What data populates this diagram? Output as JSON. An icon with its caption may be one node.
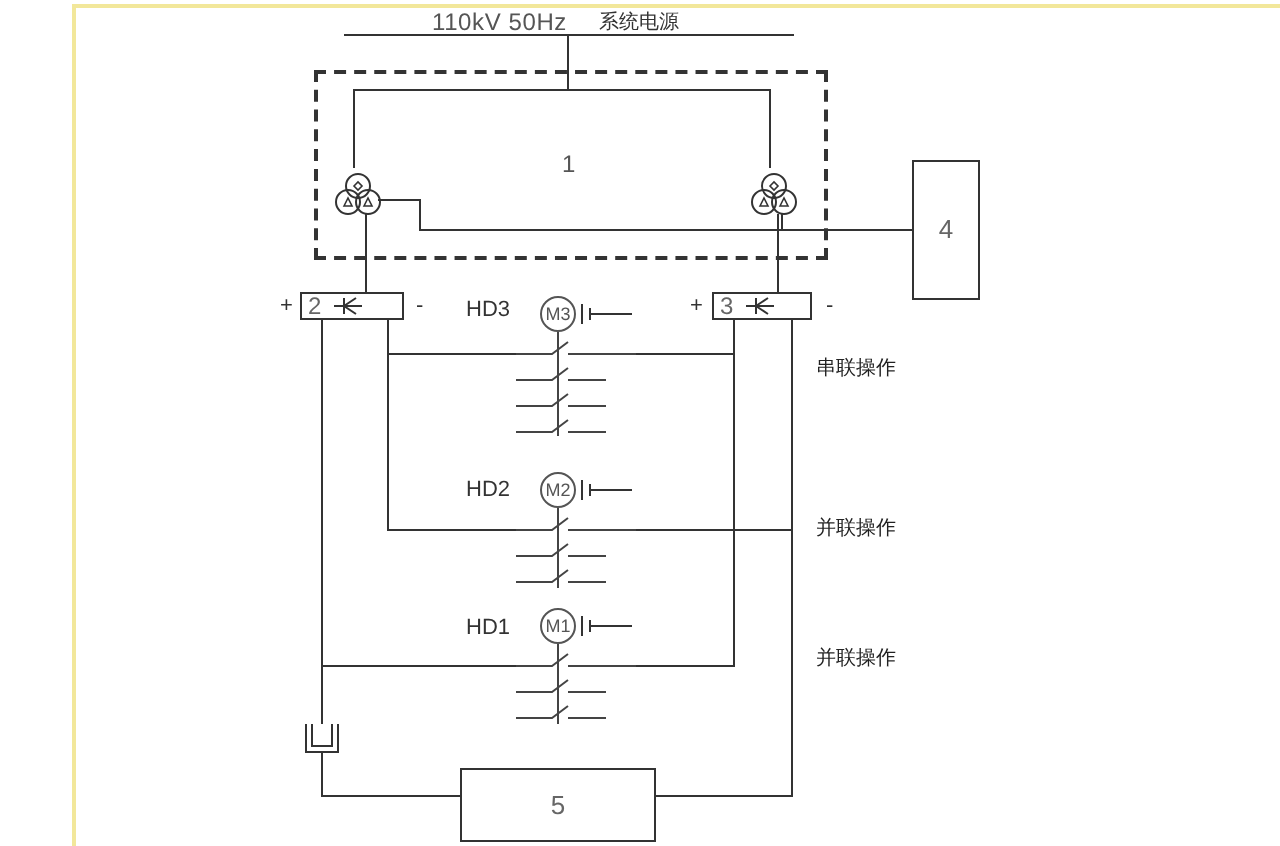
{
  "diagram": {
    "nodes": [
      {
        "text": [
          "110kV 50Hz",
          "系统电源"
        ]
      },
      {
        "text": [
          "1"
        ]
      },
      {
        "text": [],
        "shape": "picture",
        "in": 1
      },
      {
        "text": [],
        "shape": "picture",
        "in": 1
      },
      {
        "text": [
          "4"
        ]
      },
      {
        "text": [
          "2"
        ],
        "beside": [
          "+",
          "-"
        ]
      },
      {
        "text": [
          "3"
        ],
        "beside": [
          "+",
          "-"
        ]
      },
      {
        "text": [
          "M3"
        ],
        "beside": [
          "HD3"
        ]
      },
      {
        "text": [
          "M2"
        ],
        "beside": [
          "HD2"
        ]
      },
      {
        "text": [
          "M1"
        ],
        "beside": [
          "HD1"
        ]
      },
      {
        "text": [
          "5"
        ]
      }
    ],
    "edges": [
      {
        "from": 0,
        "to": 2,
        "arrow": "none"
      },
      {
        "from": 0,
        "to": 3,
        "arrow": "none"
      },
      {
        "from": 2,
        "to": 4,
        "arrow": "none"
      },
      {
        "from": 3,
        "to": 4,
        "arrow": "none"
      },
      {
        "from": 2,
        "to": 5,
        "arrow": "none"
      },
      {
        "from": 3,
        "to": 6,
        "arrow": "none"
      },
      {
        "from": 5,
        "to": 10,
        "arrow": "none"
      },
      {
        "from": 6,
        "to": 10,
        "arrow": "none"
      },
      {
        "from": 5,
        "to": 7,
        "arrow": "none"
      },
      {
        "from": 7,
        "to": 6,
        "arrow": "none"
      },
      {
        "from": 5,
        "to": 8,
        "arrow": "none"
      },
      {
        "from": 8,
        "to": 6,
        "arrow": "none"
      },
      {
        "from": 5,
        "to": 9,
        "arrow": "none"
      },
      {
        "from": 9,
        "to": 6,
        "arrow": "none"
      }
    ],
    "labels": [
      "串联操作",
      "并联操作",
      "并联操作"
    ]
  }
}
